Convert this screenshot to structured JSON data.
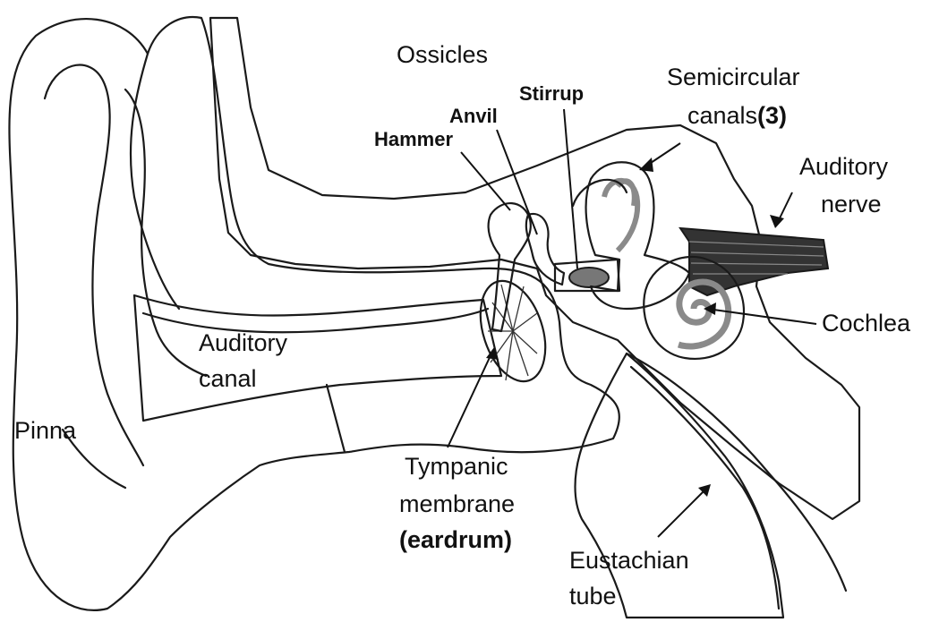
{
  "labels": {
    "ossicles": "Ossicles",
    "stirrup": "Stirrup",
    "anvil": "Anvil",
    "hammer": "Hammer",
    "semicircular_line1": "Semicircular",
    "semicircular_line2_a": "canals",
    "semicircular_line2_b": "(3)",
    "auditory_nerve_line1": "Auditory",
    "auditory_nerve_line2": "nerve",
    "cochlea": "Cochlea",
    "auditory_canal_line1": "Auditory",
    "auditory_canal_line2": "canal",
    "pinna": "Pinna",
    "tympanic_line1": "Tympanic",
    "tympanic_line2": "membrane",
    "tympanic_line3": "(eardrum)",
    "eustachian_line1": "Eustachian",
    "eustachian_line2": "tube"
  },
  "colors": {
    "bone": "#d4d4d4",
    "skin": "#f2f2f2",
    "inner_ear": "#555555",
    "inner_ear_light": "#8a8a8a",
    "background": "#ffffff",
    "outline": "#1a1a1a"
  }
}
